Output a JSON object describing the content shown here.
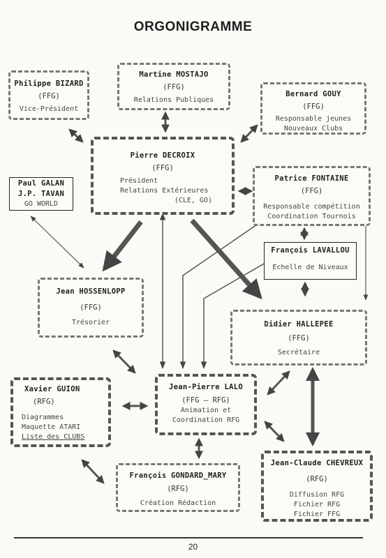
{
  "title": "ORGONIGRAMME",
  "page_number": "20",
  "boxes": {
    "bizard": {
      "name": "Philippe BIZARD",
      "org": "(FFG)",
      "lines": [
        "Vice-Président"
      ]
    },
    "mostajo": {
      "name": "Martine MOSTAJO",
      "org": "(FFG)",
      "lines": [
        "Relations Publiques"
      ]
    },
    "gouy": {
      "name": "Bernard GOUY",
      "org": "(FFG)",
      "lines": [
        "Responsable jeunes",
        "Nouveaux Clubs"
      ]
    },
    "decroix": {
      "name": "Pierre DECROIX",
      "org": "(FFG)",
      "lines": [
        "Président",
        "Relations Extérieures",
        "(CLE, GO)"
      ]
    },
    "galan": {
      "lines": [
        "Paul GALAN",
        "J.P. TAVAN",
        "GO WORLD"
      ]
    },
    "fontaine": {
      "name": "Patrice FONTAINE",
      "org": "(FFG)",
      "lines": [
        "Responsable compétition",
        "Coordination Tournois"
      ]
    },
    "lavallou": {
      "name": "François LAVALLOU",
      "lines": [
        "Echelle de Niveaux"
      ]
    },
    "hossenlopp": {
      "name": "Jean HOSSENLOPP",
      "org": "(FFG)",
      "lines": [
        "Trésorier"
      ]
    },
    "hallepee": {
      "name": "Didier HALLEPEE",
      "org": "(FFG)",
      "lines": [
        "Secrétaire"
      ]
    },
    "guion": {
      "name": "Xavier GUION",
      "org": "(RFG)",
      "lines": [
        "Diagrammes",
        "Maquette ATARI",
        "Liste des CLUBS"
      ]
    },
    "lalo": {
      "name": "Jean-Pierre LALO",
      "org": "(FFG – RFG)",
      "lines": [
        "Animation et",
        "Coordination RFG"
      ]
    },
    "gondard": {
      "name": "François GONDARD_MARY",
      "org": "(RFG)",
      "lines": [
        "Création Rédaction"
      ]
    },
    "chevreux": {
      "name": "Jean-Claude CHEVREUX",
      "org": "(RFG)",
      "lines": [
        "Diffusion RFG",
        "Fichier RFG",
        "Fichier FFG"
      ]
    }
  }
}
